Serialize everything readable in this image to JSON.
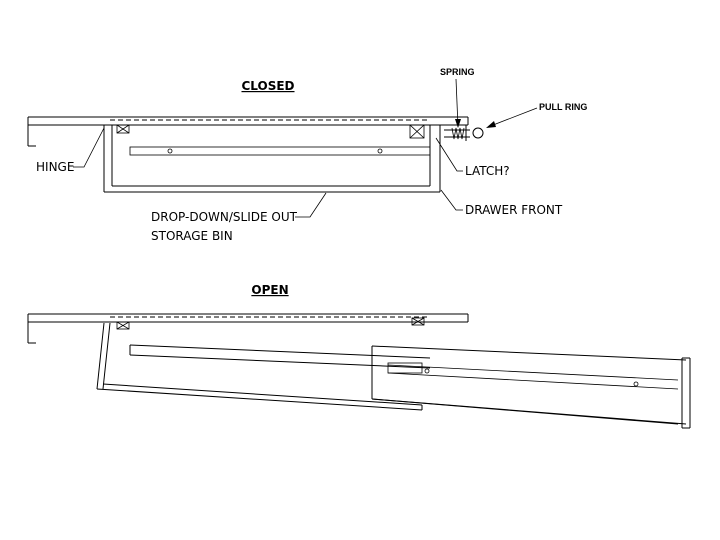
{
  "titles": {
    "closed": "CLOSED",
    "open": "OPEN"
  },
  "labels": {
    "spring": "SPRING",
    "pull_ring": "PULL RING",
    "hinge": "HINGE",
    "latch": "LATCH?",
    "drawer_front": "DRAWER FRONT",
    "bin_line1": "DROP-DOWN/SLIDE OUT",
    "bin_line2": "STORAGE BIN"
  }
}
